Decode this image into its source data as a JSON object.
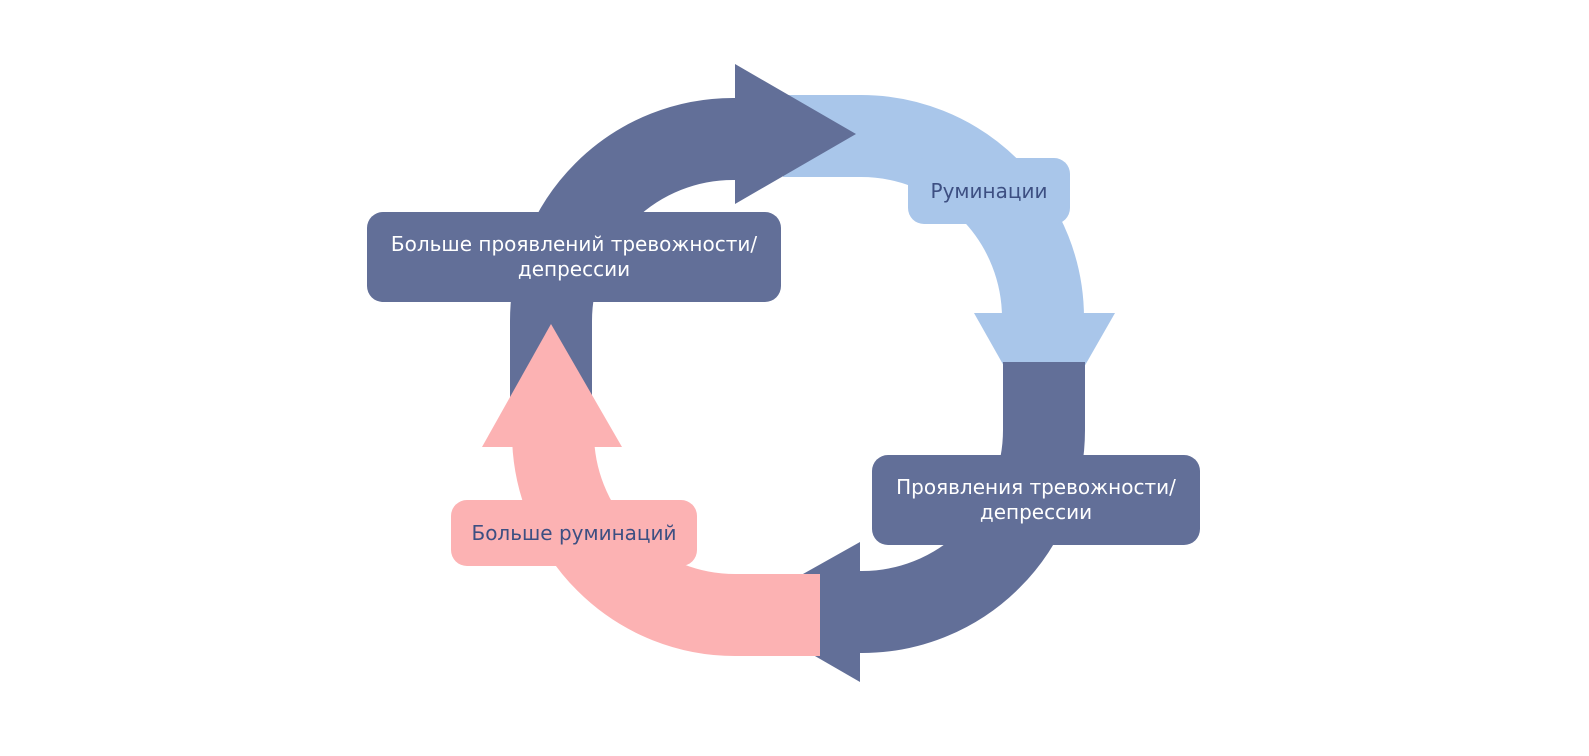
{
  "colors": {
    "dark": "#626f98",
    "light_blue": "#a9c6ea",
    "pink": "#fcb2b3",
    "dark_text": "#ffffff",
    "light_text": "#3d4f82"
  },
  "nodes": {
    "more_anxiety_depression": "Больше проявлений тревожности/\nдепрессии",
    "ruminations": "Руминации",
    "anxiety_depression": "Проявления тревожности/\nдепрессии",
    "more_ruminations": "Больше руминаций"
  }
}
